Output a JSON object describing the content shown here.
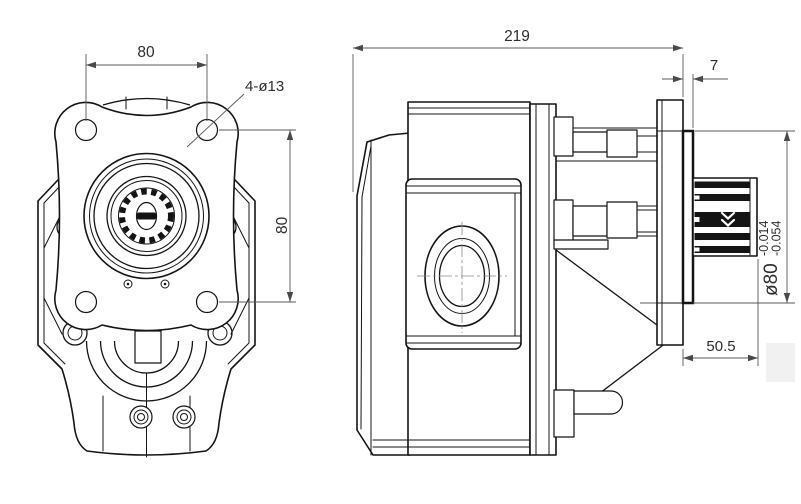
{
  "drawing": {
    "front_view": {
      "dim_horizontal": "80",
      "dim_vertical": "80",
      "hole_callout": "4-ø13"
    },
    "side_view": {
      "dim_overall_length": "219",
      "dim_pilot_length": "7",
      "dim_shaft_length": "50.5",
      "dim_pilot_diameter": "ø80",
      "pilot_tolerance_upper": "-0.014",
      "pilot_tolerance_lower": "-0.054"
    },
    "colors": {
      "outline": "#141414",
      "dimension_line": "#5a5a5a",
      "dimension_text": "#2e2e2e",
      "background": "#ffffff"
    }
  }
}
